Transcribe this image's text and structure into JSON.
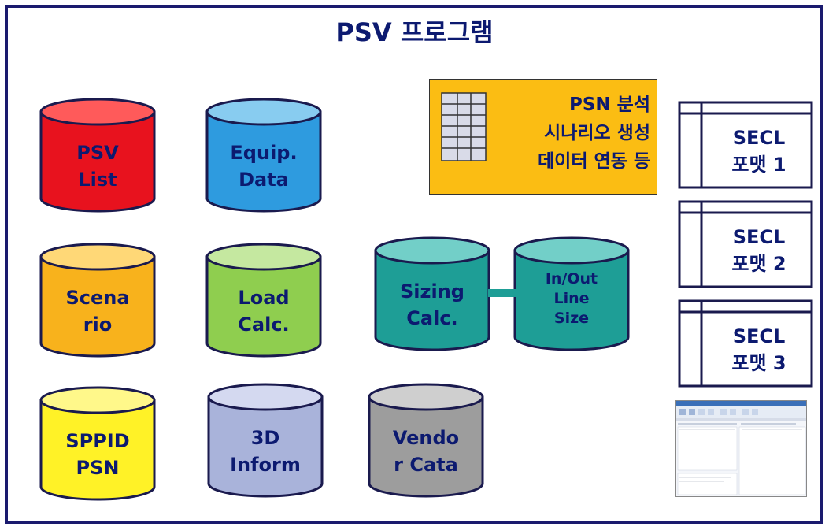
{
  "title": "PSV 프로그램",
  "databases": [
    {
      "id": "psv-list",
      "lines": [
        "PSV",
        "List"
      ],
      "color": "#e8121e",
      "top_color": "#ff5a5a"
    },
    {
      "id": "equip-data",
      "lines": [
        "Equip.",
        "Data"
      ],
      "color": "#2e9bdf",
      "top_color": "#88ccf0"
    },
    {
      "id": "scenario",
      "lines": [
        "Scena",
        "rio"
      ],
      "color": "#f8b21c",
      "top_color": "#ffd877"
    },
    {
      "id": "load-calc",
      "lines": [
        "Load",
        "Calc."
      ],
      "color": "#8fce4f",
      "top_color": "#c5e8a0"
    },
    {
      "id": "sizing-calc",
      "lines": [
        "Sizing",
        "Calc."
      ],
      "color": "#1e9e96",
      "top_color": "#72cfc8"
    },
    {
      "id": "inout-line-size",
      "lines": [
        "In/Out",
        "Line",
        "Size"
      ],
      "color": "#1e9e96",
      "top_color": "#72cfc8"
    },
    {
      "id": "sppid-psn",
      "lines": [
        "SPPID",
        "PSN"
      ],
      "color": "#fff227",
      "top_color": "#fff88a"
    },
    {
      "id": "3d-inform",
      "lines": [
        "3D",
        "Inform"
      ],
      "color": "#a9b3da",
      "top_color": "#d4d9f0"
    },
    {
      "id": "vendor-cata",
      "lines": [
        "Vendo",
        "r Cata"
      ],
      "color": "#9d9d9d",
      "top_color": "#cfcfcf"
    }
  ],
  "psn_box": {
    "lines": [
      "PSN 분석",
      "시나리오 생성",
      "데이터 연동 등"
    ],
    "color": "#fbbd13"
  },
  "secl_formats": [
    {
      "lines": [
        "SECL",
        "포맷 1"
      ]
    },
    {
      "lines": [
        "SECL",
        "포맷 2"
      ]
    },
    {
      "lines": [
        "SECL",
        "포맷 3"
      ]
    }
  ],
  "colors": {
    "text": "#0c1a70",
    "border": "#1a1a6e",
    "connector": "#1e9e96"
  }
}
